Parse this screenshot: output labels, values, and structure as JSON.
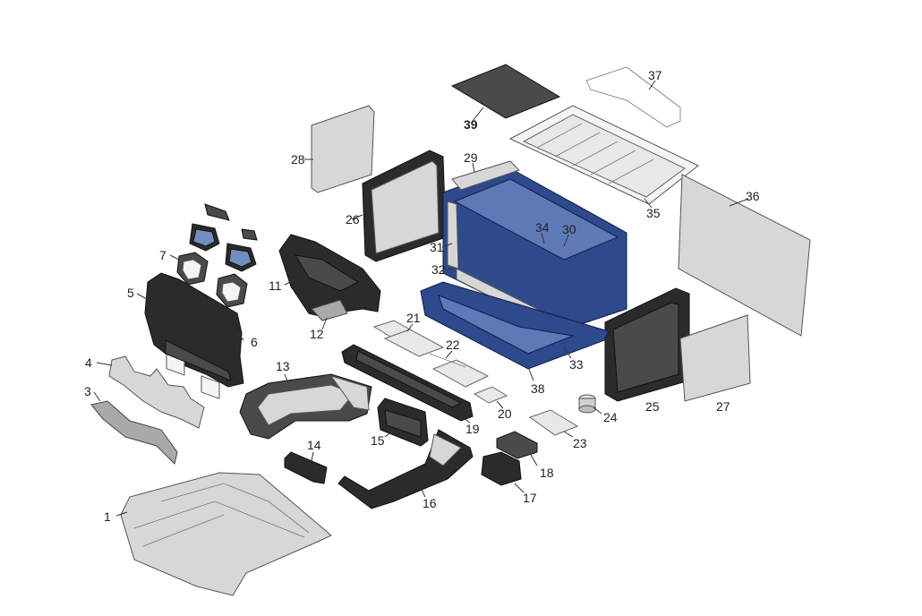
{
  "diagram": {
    "part_numbers": [
      "1",
      "3",
      "4",
      "5",
      "6",
      "7",
      "11",
      "12",
      "13",
      "14",
      "15",
      "16",
      "17",
      "18",
      "19",
      "20",
      "21",
      "22",
      "23",
      "24",
      "25",
      "26",
      "27",
      "28",
      "29",
      "30",
      "31",
      "32",
      "33",
      "34",
      "35",
      "36",
      "37",
      "38",
      "39"
    ]
  }
}
